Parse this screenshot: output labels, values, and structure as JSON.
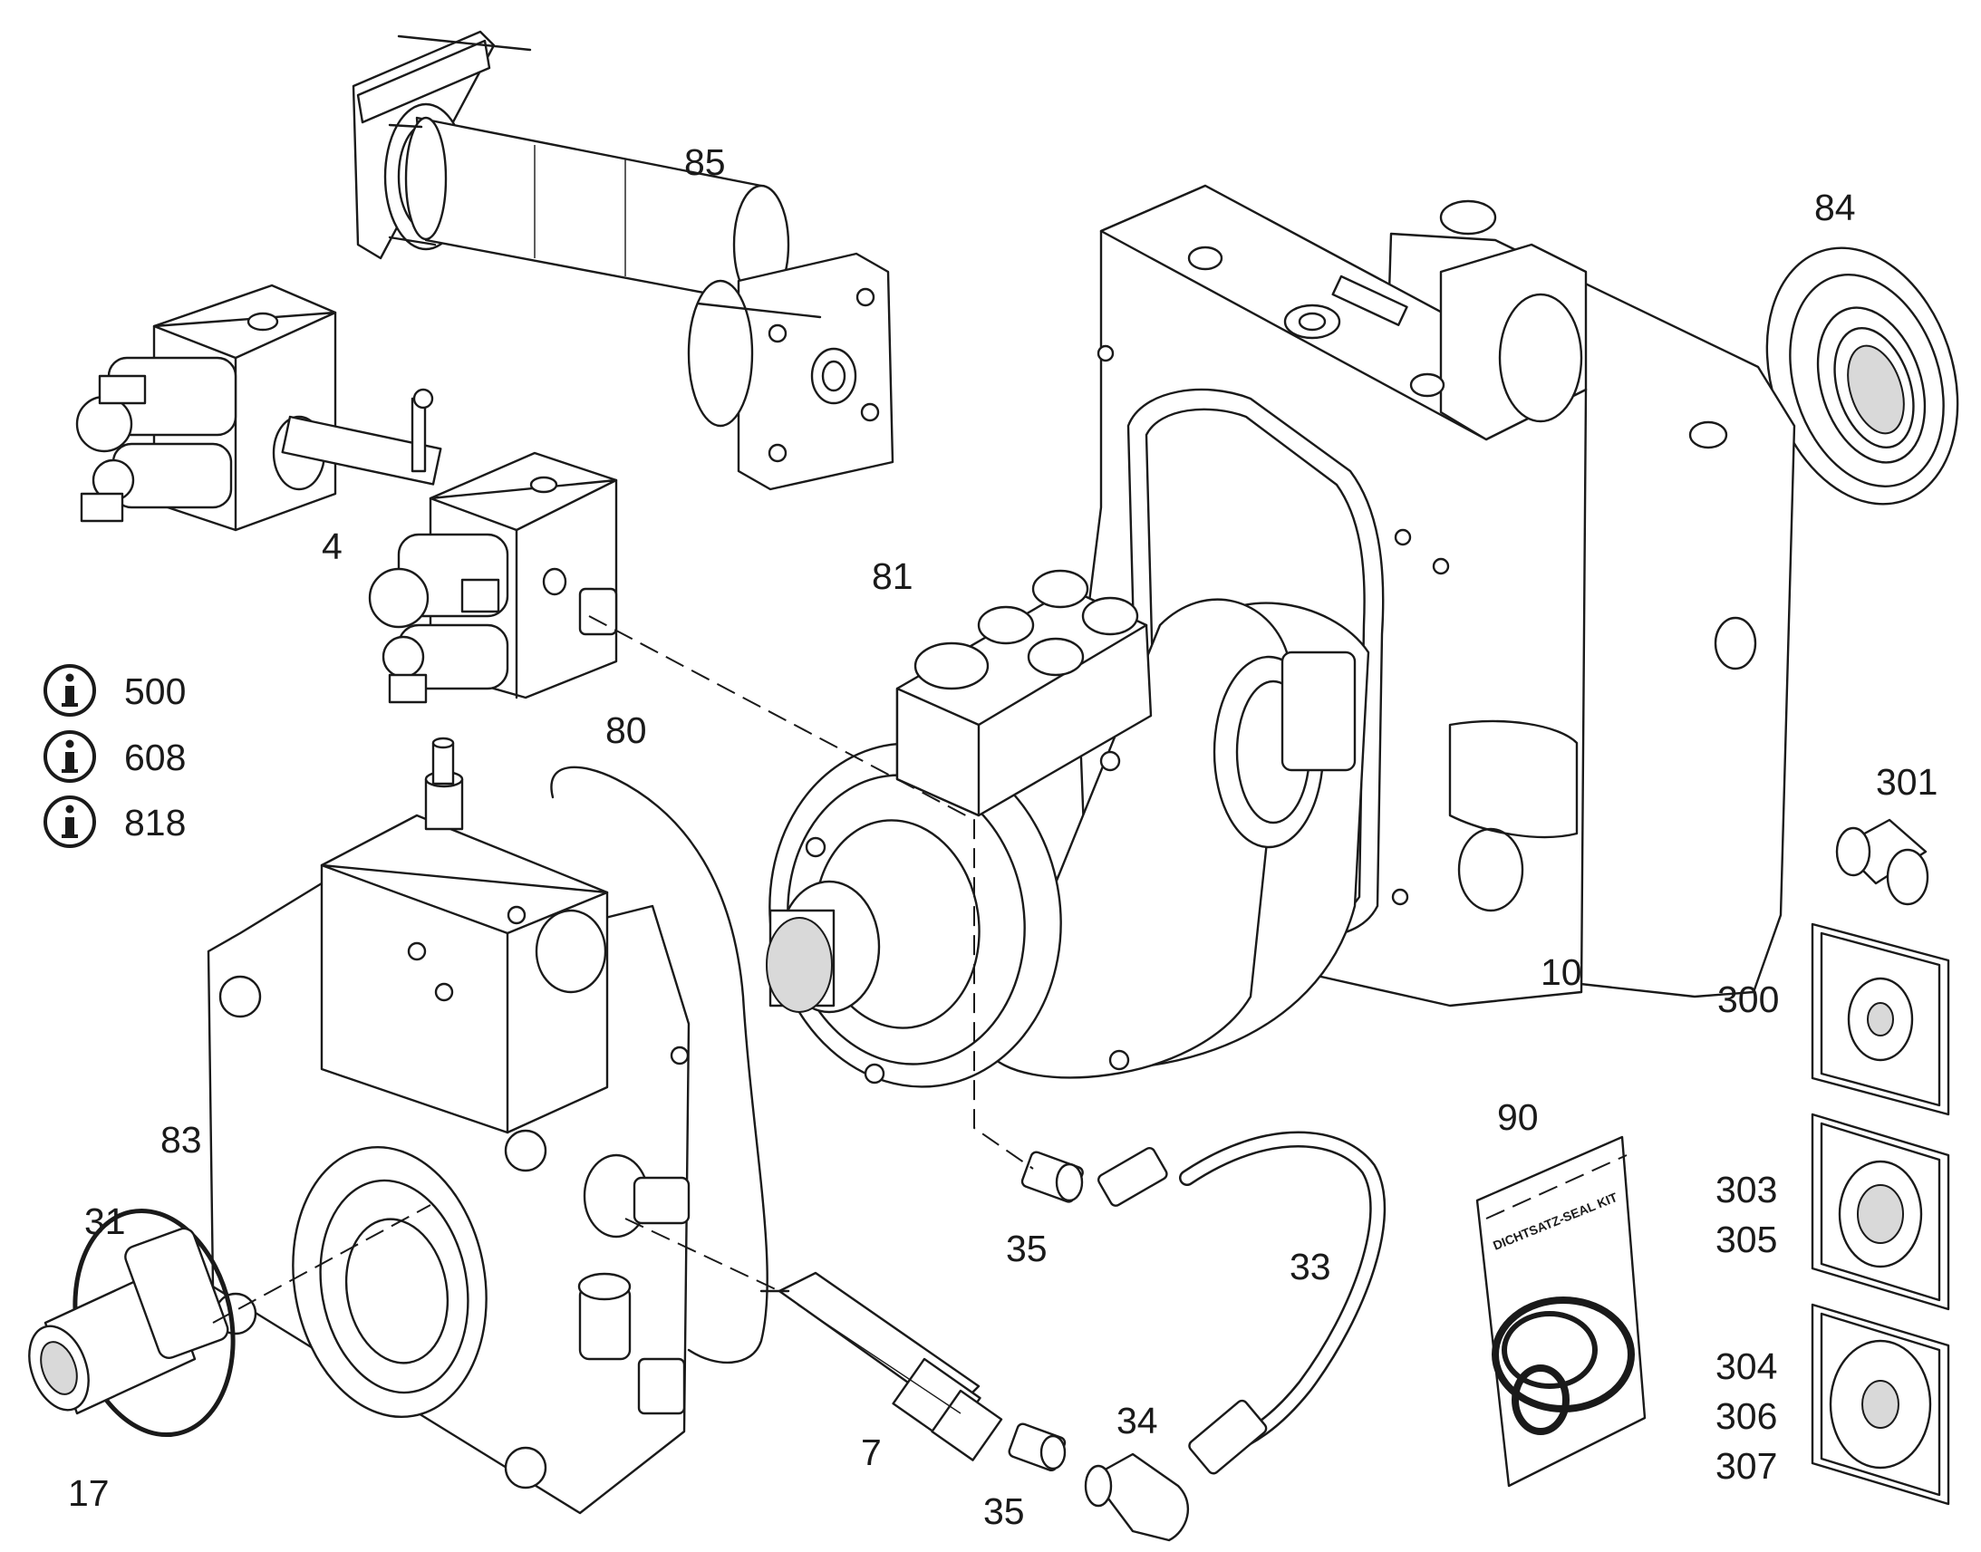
{
  "part_labels": {
    "p85": "85",
    "p84": "84",
    "p4": "4",
    "p81": "81",
    "p80": "80",
    "p301": "301",
    "p10": "10",
    "p300": "300",
    "p83": "83",
    "p90": "90",
    "p31": "31",
    "p35a": "35",
    "p33": "33",
    "p303": "303",
    "p305": "305",
    "p34": "34",
    "p304": "304",
    "p306": "306",
    "p7": "7",
    "p17": "17",
    "p35b": "35",
    "p307": "307"
  },
  "info_refs": [
    "500",
    "608",
    "818"
  ],
  "seal_kit_text": "DICHTSATZ-SEAL KIT",
  "icons": {
    "info": "info-circle-icon"
  }
}
